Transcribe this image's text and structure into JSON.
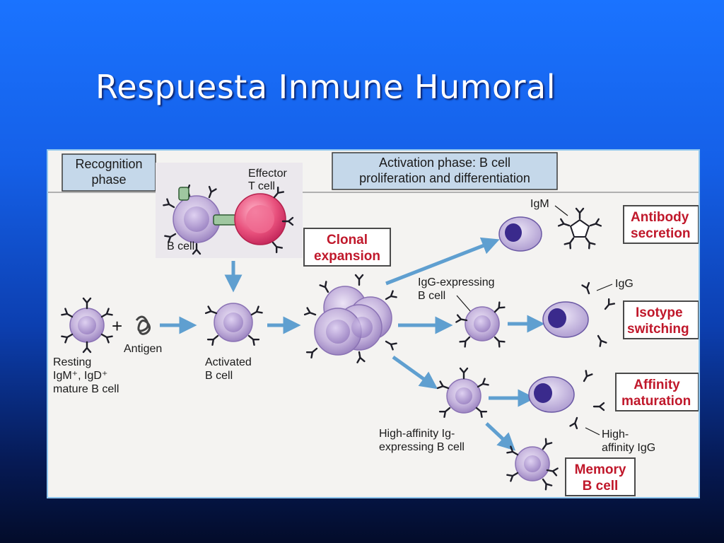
{
  "slide": {
    "title": "Respuesta  Inmune Humoral"
  },
  "phases": {
    "recognition": [
      "Recognition",
      "phase"
    ],
    "activation": [
      "Activation phase: B cell",
      "proliferation and differentiation"
    ]
  },
  "labels": {
    "effector_t_cell": [
      "Effector",
      "T cell"
    ],
    "b_cell": "B cell",
    "plus": "+",
    "antigen": "Antigen",
    "resting": [
      "Resting",
      "IgM⁺, IgD⁺",
      "mature B cell"
    ],
    "activated": [
      "Activated",
      "B cell"
    ],
    "igg_expressing": [
      "IgG-expressing",
      "B cell"
    ],
    "igm": "IgM",
    "igg": "IgG",
    "high_affinity_ig": [
      "High-affinity Ig-",
      "expressing B cell"
    ],
    "high_affinity_igg": [
      "High-",
      "affinity IgG"
    ]
  },
  "outcomes": {
    "clonal_expansion": [
      "Clonal",
      "expansion"
    ],
    "antibody_secretion": [
      "Antibody",
      "secretion"
    ],
    "isotype_switching": [
      "Isotype",
      "switching"
    ],
    "affinity_maturation": [
      "Affinity",
      "maturation"
    ],
    "memory_b_cell": [
      "Memory",
      "B cell"
    ]
  },
  "colors": {
    "cell_membrane": "#b8a4d4",
    "cell_nucleus": "#8e74b8",
    "plasma_cell": "#c3b7e0",
    "plasma_nucleus": "#3a2a8c",
    "t_cell": "#e03a6a",
    "arrow": "#5f9fd0",
    "phase_box": "#c5d8ea",
    "outcome_text": "#c0182b"
  },
  "icons": [
    "antibody-icon",
    "antigen-icon",
    "arrow-icon"
  ]
}
